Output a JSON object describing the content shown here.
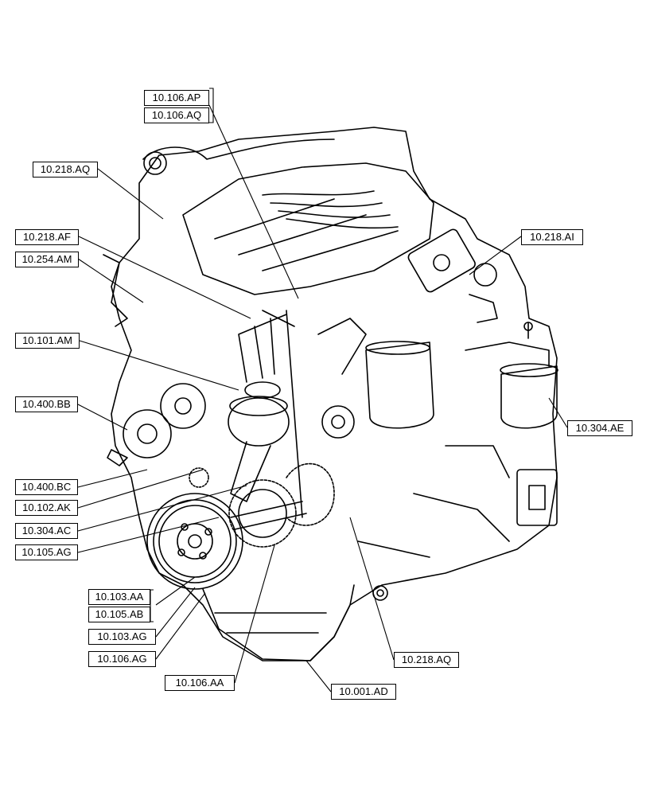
{
  "diagram": {
    "title": "",
    "labels": {
      "ap": "10.106.AP",
      "aq_head": "10.106.AQ",
      "aq_218_top": "10.218.AQ",
      "af_218": "10.218.AF",
      "am_254": "10.254.AM",
      "am_101": "10.101.AM",
      "bb_400": "10.400.BB",
      "bc_400": "10.400.BC",
      "ak_102": "10.102.AK",
      "ac_304": "10.304.AC",
      "ag_105": "10.105.AG",
      "aa_103": "10.103.AA",
      "ab_105": "10.105.AB",
      "ag_103": "10.103.AG",
      "ag_106": "10.106.AG",
      "aa_106": "10.106.AA",
      "ad_001": "10.001.AD",
      "aq_218_bottom": "10.218.AQ",
      "ae_304": "10.304.AE",
      "ai_218": "10.218.AI"
    }
  }
}
